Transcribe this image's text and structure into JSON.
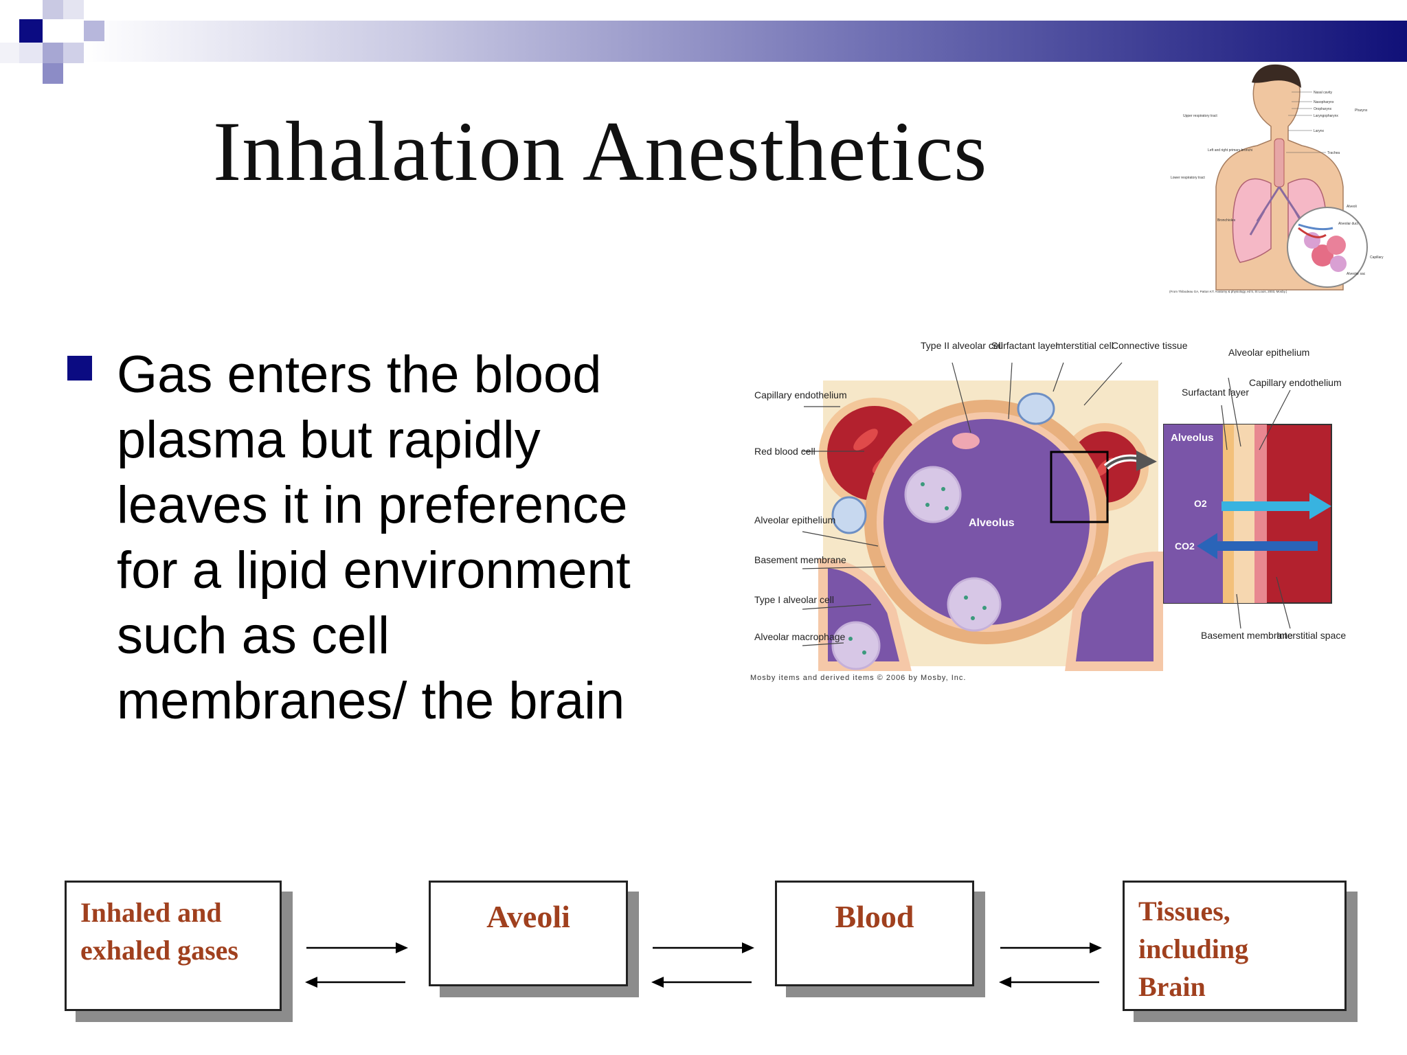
{
  "slide": {
    "title": "Inhalation Anesthetics",
    "bullet": "Gas enters the blood plasma but rapidly leaves it in preference for a lipid environment such as cell membranes/ the brain"
  },
  "colors": {
    "accent": "#0b0b82",
    "flow_text": "#a0401e",
    "alveolus": "#7a55a8",
    "blood": "#b3212e",
    "membrane": "#f3c79a"
  },
  "anatomy_figure": {
    "labels": {
      "nasal_cavity": "Nasal cavity",
      "nasopharynx": "Nasopharynx",
      "oropharynx": "Oropharynx",
      "laryngopharynx": "Laryngopharynx",
      "pharynx": "Pharynx",
      "larynx": "Larynx",
      "trachea": "Trachea",
      "upper_tract": "Upper respiratory tract",
      "lower_tract": "Lower respiratory tract",
      "bronchi": "Left and right primary bronchi",
      "bronchioles": "Bronchioles",
      "alveoli": "Alveoli",
      "alveolar_duct": "Alveolar duct",
      "capillary": "Capillary",
      "alveolar_sac": "Alveolar sac"
    },
    "credit": "(From Thibodeau GA, Patton KT: Anatomy & physiology, ed 5, St Louis, 2003, Mosby.)"
  },
  "alveolus_figure": {
    "labels": {
      "type2": "Type II alveolar cell",
      "surfactant_top": "Surfactant layer",
      "interstitial_cell": "Interstitial cell",
      "connective": "Connective tissue",
      "alv_epi_top": "Alveolar epithelium",
      "capillary_endo_left": "Capillary endothelium",
      "surfactant_right": "Surfactant layer",
      "capillary_endo_right": "Capillary endothelium",
      "red_blood_cell": "Red blood cell",
      "alv_epi_left": "Alveolar epithelium",
      "basement_left": "Basement membrane",
      "type1": "Type I alveolar cell",
      "macrophage": "Alveolar macrophage",
      "alveolus_center": "Alveolus",
      "alveolus_inset": "Alveolus",
      "o2": "O2",
      "co2": "CO2",
      "basement_bottom": "Basement membrane",
      "interstitial_space": "Interstitial space"
    },
    "credit": "Mosby items and derived items © 2006 by Mosby, Inc."
  },
  "flow": {
    "boxes": [
      {
        "line1": "Inhaled and",
        "line2": "exhaled gases"
      },
      {
        "line1": "Aveoli"
      },
      {
        "line1": "Blood"
      },
      {
        "line1": "Tissues,",
        "line2": "including",
        "line3": "Brain"
      }
    ]
  }
}
